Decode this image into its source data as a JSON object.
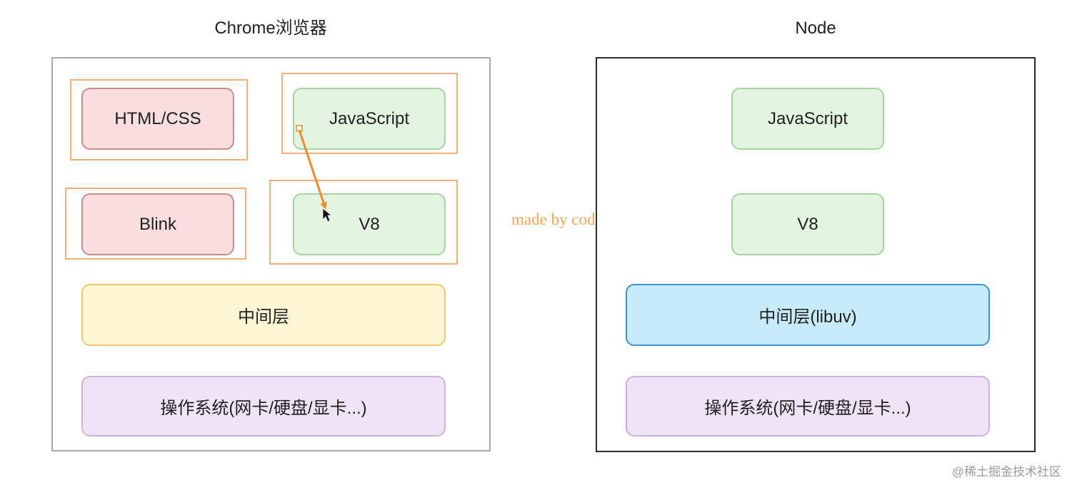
{
  "chrome": {
    "title": "Chrome浏览器",
    "boxes": {
      "html_css": "HTML/CSS",
      "javascript": "JavaScript",
      "blink": "Blink",
      "v8": "V8",
      "middle_layer": "中间层",
      "os": "操作系统(网卡/硬盘/显卡...)"
    }
  },
  "node": {
    "title": "Node",
    "boxes": {
      "javascript": "JavaScript",
      "v8": "V8",
      "middle_layer": "中间层(libuv)",
      "os": "操作系统(网卡/硬盘/显卡...)"
    }
  },
  "watermark": "made by coderwhy",
  "footer": "@稀土掘金技术社区",
  "colors": {
    "highlight_orange": "#f0b07a",
    "arrow_orange": "#ef8a2e",
    "red_fill": "#f9dedd",
    "green_fill": "#e3f5e1",
    "yellow_fill": "#fff7d4",
    "purple_fill": "#efe4f7",
    "blue_fill": "#c6ebfa"
  }
}
